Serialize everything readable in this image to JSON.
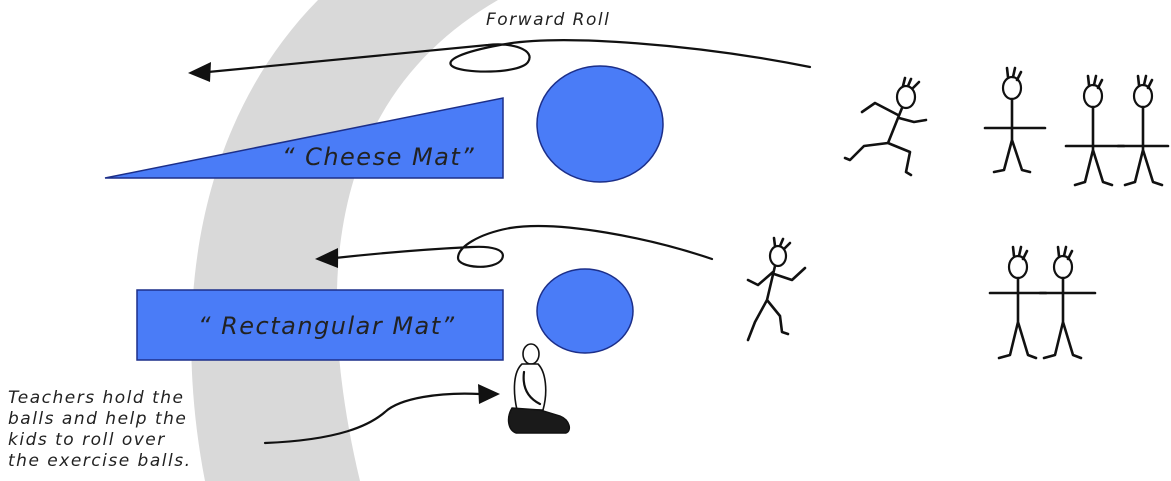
{
  "diagram": {
    "labels": {
      "forward_roll": "Forward Roll",
      "cheese_mat": "“ Cheese Mat”",
      "rectangular_mat": "“ Rectangular Mat”",
      "teacher_note": [
        "Teachers hold the",
        "balls and help the",
        "kids to roll over",
        "the exercise balls."
      ]
    },
    "colors": {
      "mat_fill": "#4a7cf7",
      "ball_fill": "#4a7cf7",
      "outline": "#1c2f8a",
      "backdrop_arc": "#d7d7d7",
      "ink": "#111111"
    }
  }
}
